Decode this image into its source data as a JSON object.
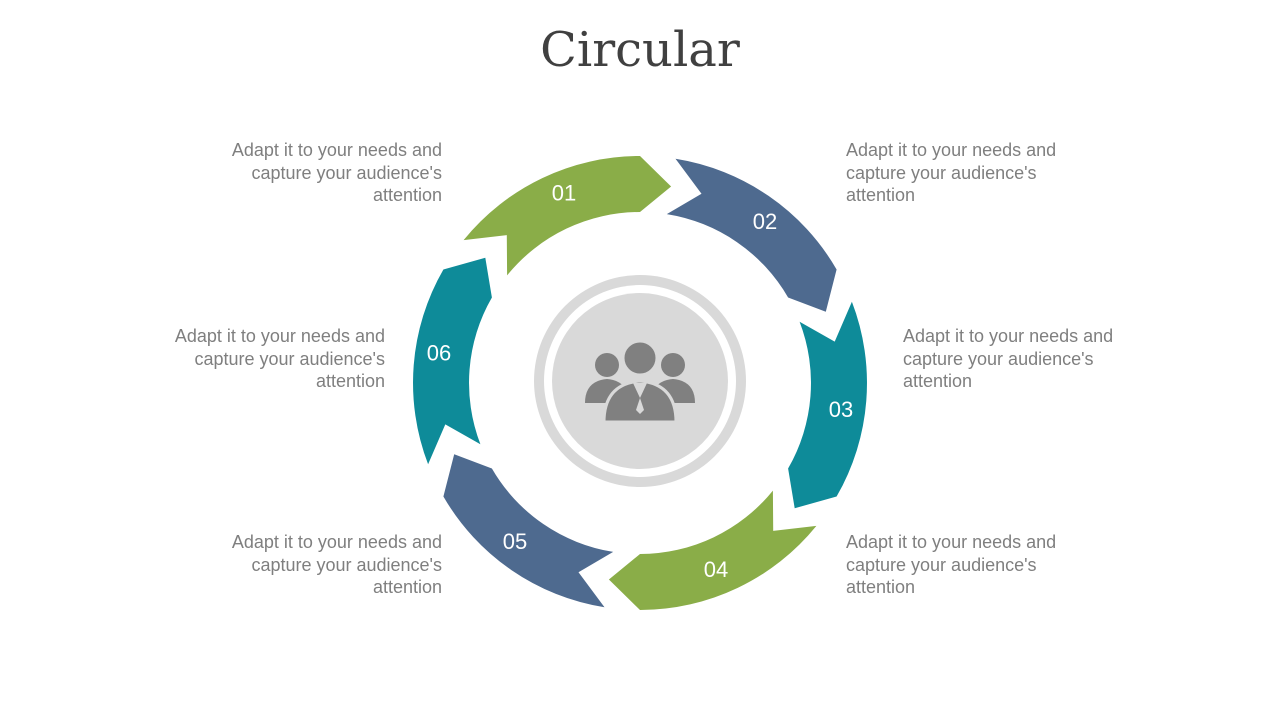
{
  "title": "Circular",
  "center_icon": "people-group-icon",
  "colors": {
    "green": "#8aad48",
    "blue": "#4e6a8f",
    "teal": "#0e8b99",
    "center_ring": "#d9d9d9",
    "icon": "#808080",
    "text": "#7f7f7f"
  },
  "segments": [
    {
      "number": "01",
      "color": "#8aad48"
    },
    {
      "number": "02",
      "color": "#4e6a8f"
    },
    {
      "number": "03",
      "color": "#0e8b99"
    },
    {
      "number": "04",
      "color": "#8aad48"
    },
    {
      "number": "05",
      "color": "#4e6a8f"
    },
    {
      "number": "06",
      "color": "#0e8b99"
    }
  ],
  "descriptions": [
    "Adapt it to your needs and capture your audience's attention",
    "Adapt it to your needs and capture your audience's attention",
    "Adapt it to your needs and capture your audience's attention",
    "Adapt it to your needs and capture your audience's attention",
    "Adapt it to your needs and capture your audience's attention",
    "Adapt it to your needs and capture your audience's attention"
  ]
}
